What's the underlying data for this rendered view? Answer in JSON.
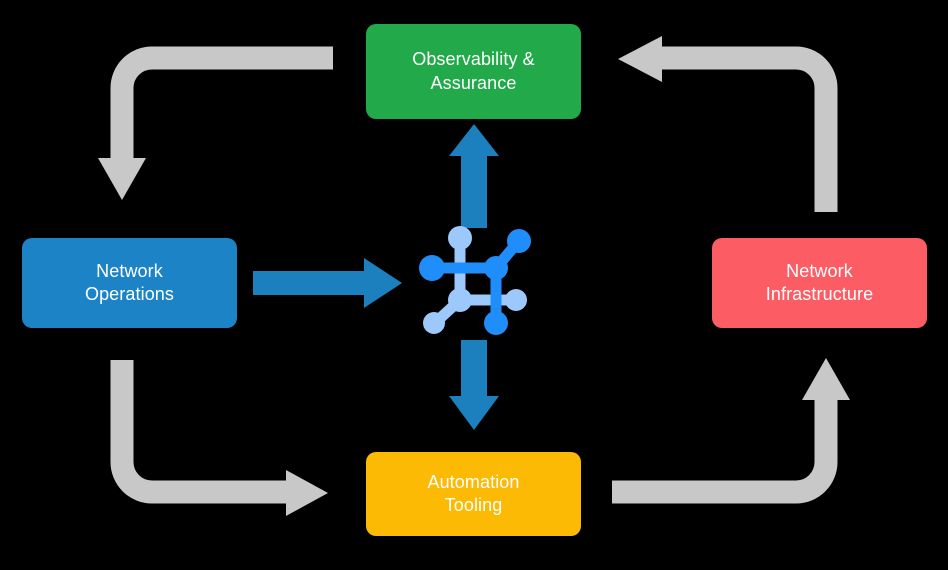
{
  "diagram": {
    "type": "cycle-diagram",
    "background_color": "#000000",
    "nodes": [
      {
        "id": "observability",
        "label": "Observability &\nAssurance",
        "color": "#21a94a",
        "position": "top"
      },
      {
        "id": "operations",
        "label": "Network\nOperations",
        "color": "#1c84c6",
        "position": "left"
      },
      {
        "id": "infrastructure",
        "label": "Network\nInfrastructure",
        "color": "#fc5c63",
        "position": "right"
      },
      {
        "id": "automation",
        "label": "Automation\nTooling",
        "color": "#fcba05",
        "position": "bottom"
      }
    ],
    "center_icon": {
      "name": "network-topology-icon",
      "color_dark": "#1f8efa",
      "color_light": "#9cc8fb"
    },
    "connectors": {
      "accent_color": "#1c7fbe",
      "flow_color": "#c8c8c8",
      "blue_arrows": [
        {
          "id": "operations-to-center",
          "direction": "right"
        },
        {
          "id": "center-to-observability",
          "direction": "up"
        },
        {
          "id": "center-to-automation",
          "direction": "down"
        }
      ],
      "gray_arrows": [
        {
          "id": "observability-to-operations",
          "direction": "down",
          "corner": "top-left"
        },
        {
          "id": "operations-to-automation",
          "direction": "right",
          "corner": "bottom-left"
        },
        {
          "id": "automation-to-infrastructure",
          "direction": "up",
          "corner": "bottom-right"
        },
        {
          "id": "infrastructure-to-observability",
          "direction": "left",
          "corner": "top-right"
        }
      ]
    }
  }
}
